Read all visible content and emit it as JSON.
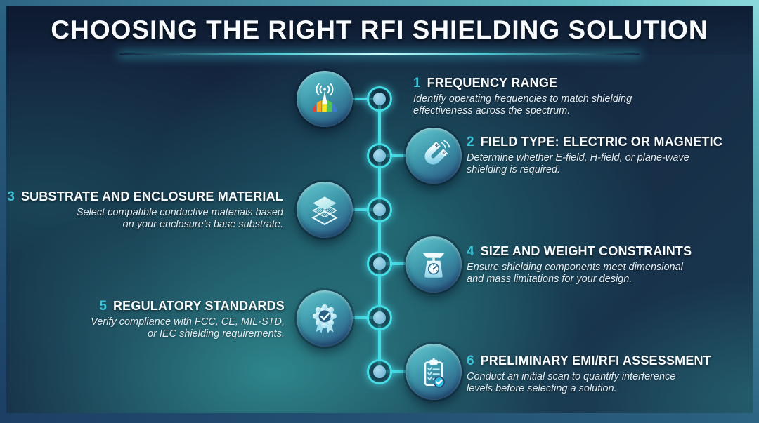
{
  "header": {
    "title": "CHOOSING THE RIGHT RFI SHIELDING SOLUTION"
  },
  "colors": {
    "accent": "#45dde6",
    "number": "#3cc6d9",
    "title_text": "#f8fbfd",
    "desc_text": "#e2ebf0",
    "bg_navy": "#13233d",
    "bg_teal": "#2e8187",
    "badge_top": "#66ccd2",
    "badge_mid": "#3e98ab",
    "badge_bottom": "#2a5180",
    "frame_blue": "#1d3f66",
    "frame_teal": "#5fb7c0",
    "node_fill_light": "#aadcee",
    "node_fill_dark": "#64aecf"
  },
  "items": [
    {
      "number": "1",
      "title": "FREQUENCY RANGE",
      "description": "Identify operating frequencies to match shielding effectiveness across the spectrum.",
      "icon": "antenna-spectrum-icon",
      "side": "right"
    },
    {
      "number": "2",
      "title": "FIELD TYPE: ELECTRIC OR MAGNETIC",
      "description": "Determine whether E-field, H-field, or plane-wave shielding is required.",
      "icon": "magnet-icon",
      "side": "right"
    },
    {
      "number": "3",
      "title": "SUBSTRATE AND ENCLOSURE MATERIAL",
      "description": "Select compatible conductive materials based on your enclosure's base substrate.",
      "icon": "layers-icon",
      "side": "left"
    },
    {
      "number": "4",
      "title": "SIZE AND WEIGHT CONSTRAINTS",
      "description": "Ensure shielding components meet dimensional and mass limitations for your design.",
      "icon": "scale-icon",
      "side": "right"
    },
    {
      "number": "5",
      "title": "REGULATORY STANDARDS",
      "description": "Verify compliance with FCC, CE, MIL-STD, or IEC shielding requirements.",
      "icon": "certificate-badge-icon",
      "side": "left"
    },
    {
      "number": "6",
      "title": "PRELIMINARY EMI/RFI ASSESSMENT",
      "description": "Conduct an initial scan to quantify interference levels before selecting a solution.",
      "icon": "clipboard-check-icon",
      "side": "right"
    }
  ]
}
